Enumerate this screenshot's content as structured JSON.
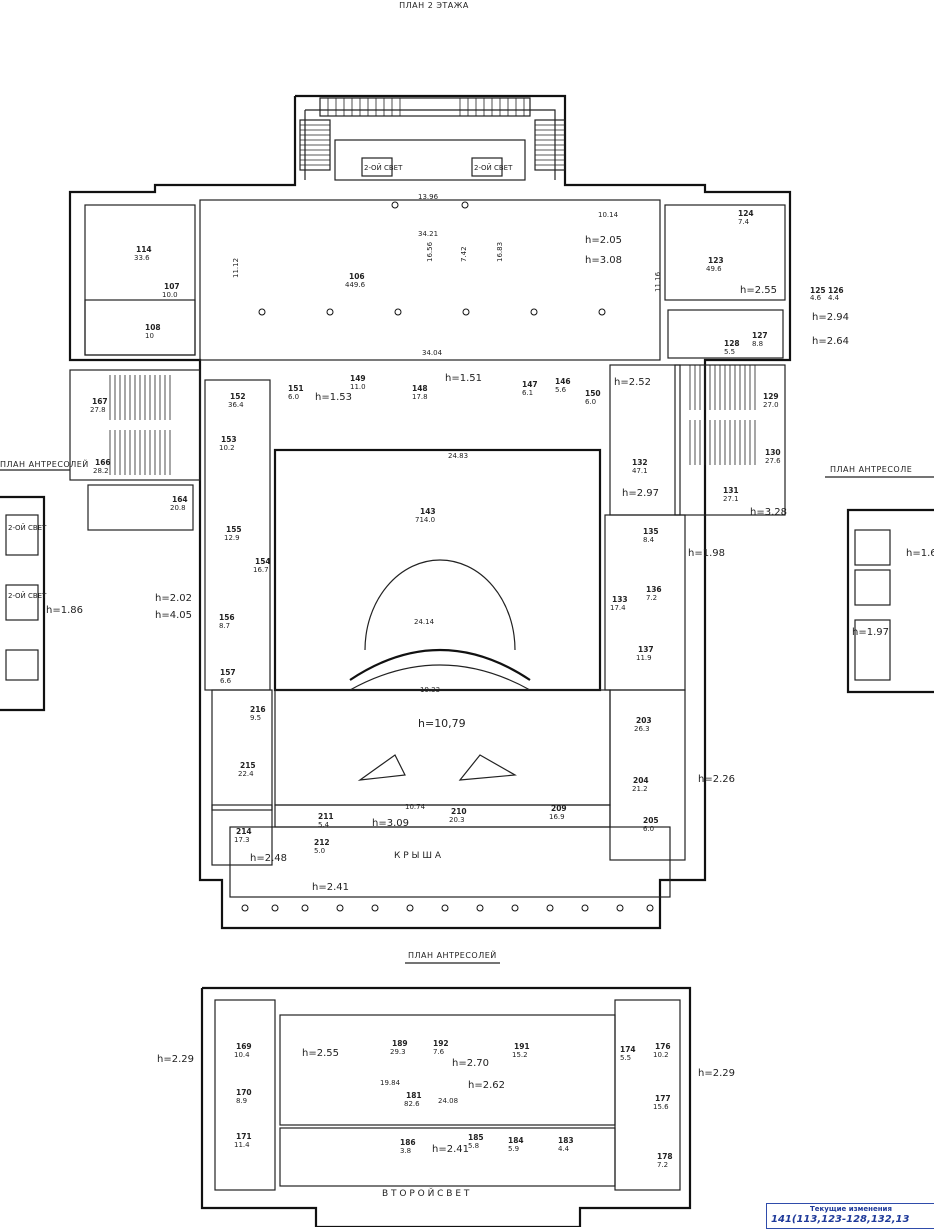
{
  "titles": {
    "main": "ПЛАН 2 ЭТАЖА",
    "antresol_left": "ПЛАН АНТРЕСОЛЕЙ",
    "antresol_right": "ПЛАН АНТРЕСОЛЕ",
    "antresol_bottom": "ПЛАН АНТРЕСОЛЕЙ"
  },
  "labels": {
    "roof": "К Р Ы Ш А",
    "second_light_bottom": "В Т О Р О Й   С В Е Т",
    "second_light": "2-ОЙ СВЕТ"
  },
  "rooms": [
    {
      "n": "106",
      "a": "449.6"
    },
    {
      "n": "114",
      "a": "33.6"
    },
    {
      "n": "107",
      "a": "10.0"
    },
    {
      "n": "108",
      "a": "10"
    },
    {
      "n": "123",
      "a": "49.6"
    },
    {
      "n": "124",
      "a": "7.4"
    },
    {
      "n": "127",
      "a": "8.8"
    },
    {
      "n": "128",
      "a": "5.5"
    },
    {
      "n": "125",
      "a": "4.6"
    },
    {
      "n": "126",
      "a": "4.4"
    },
    {
      "n": "152",
      "a": "36.4"
    },
    {
      "n": "167",
      "a": "27.8"
    },
    {
      "n": "153",
      "a": "10.2"
    },
    {
      "n": "166",
      "a": "28.2"
    },
    {
      "n": "164",
      "a": "20.8"
    },
    {
      "n": "151",
      "a": "6.0"
    },
    {
      "n": "149",
      "a": "11.0"
    },
    {
      "n": "148",
      "a": "17.8"
    },
    {
      "n": "147",
      "a": "6.1"
    },
    {
      "n": "146",
      "a": "5.6"
    },
    {
      "n": "150",
      "a": "6.0"
    },
    {
      "n": "129",
      "a": "27.0"
    },
    {
      "n": "130",
      "a": "27.6"
    },
    {
      "n": "131",
      "a": "27.1"
    },
    {
      "n": "132",
      "a": "47.1"
    },
    {
      "n": "143",
      "a": "714.0"
    },
    {
      "n": "155",
      "a": "12.9"
    },
    {
      "n": "154",
      "a": "16.7"
    },
    {
      "n": "156",
      "a": "8.7"
    },
    {
      "n": "157",
      "a": "6.6"
    },
    {
      "n": "135",
      "a": "8.4"
    },
    {
      "n": "136",
      "a": "7.2"
    },
    {
      "n": "133",
      "a": "17.4"
    },
    {
      "n": "137",
      "a": "11.9"
    },
    {
      "n": "216",
      "a": "9.5"
    },
    {
      "n": "215",
      "a": "22.4"
    },
    {
      "n": "214",
      "a": "17.3"
    },
    {
      "n": "203",
      "a": "26.3"
    },
    {
      "n": "204",
      "a": "21.2"
    },
    {
      "n": "210",
      "a": "20.3"
    },
    {
      "n": "209",
      "a": "16.9"
    },
    {
      "n": "211",
      "a": "5.4"
    },
    {
      "n": "212",
      "a": "5.0"
    },
    {
      "n": "205",
      "a": "6.0"
    },
    {
      "n": "169",
      "a": "10.4"
    },
    {
      "n": "170",
      "a": "8.9"
    },
    {
      "n": "171",
      "a": "11.4"
    },
    {
      "n": "189",
      "a": "29.3"
    },
    {
      "n": "192",
      "a": "7.6"
    },
    {
      "n": "191",
      "a": "15.2"
    },
    {
      "n": "181",
      "a": "82.6"
    },
    {
      "n": "176",
      "a": "10.2"
    },
    {
      "n": "174",
      "a": "5.5"
    },
    {
      "n": "177",
      "a": "15.6"
    },
    {
      "n": "178",
      "a": "7.2"
    },
    {
      "n": "186",
      "a": "3.8"
    },
    {
      "n": "185",
      "a": "5.8"
    },
    {
      "n": "184",
      "a": "5.9"
    },
    {
      "n": "183",
      "a": "4.4"
    }
  ],
  "heights": [
    "h=2.05",
    "h=3.08",
    "h=2.55",
    "h=2.94",
    "h=2.64",
    "h=1.53",
    "h=1.51",
    "h=2.52",
    "h=2.97",
    "h=3.28",
    "h=1.98",
    "h=2.02",
    "h=4.05",
    "h=1.86",
    "h=10,79",
    "h=3.09",
    "h=2.48",
    "h=2.41",
    "h=2.26",
    "h=2.29",
    "h=2.55",
    "h=2.70",
    "h=2.62",
    "h=2.29",
    "h=2.41",
    "h=1.97",
    "h=1.6"
  ],
  "dims": [
    "13.96",
    "34.21",
    "16.56",
    "7.42",
    "16.83",
    "10.14",
    "34.04",
    "24.83",
    "24.14",
    "19.33",
    "10.74",
    "19.84",
    "24.08",
    "11.12",
    "11.16"
  ],
  "stamp": {
    "title": "Текущие изменения",
    "line": "141(113,123-128,132,13"
  }
}
